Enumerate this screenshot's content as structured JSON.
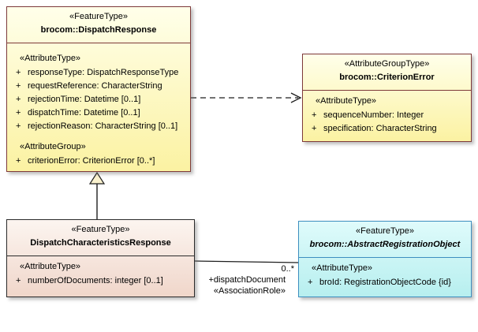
{
  "colors": {
    "feature_type_fill": "#FBF2A2",
    "response_type_fill": "#F0D6CA",
    "abstract_fill": "#B7EFEF",
    "yellow_border": "#7E3A3A",
    "cyan_border": "#3E8FC0",
    "line_color": "#1F1F1F",
    "background": "#FFFFFF"
  },
  "classes": {
    "dispatch_response": {
      "stereotype": "«FeatureType»",
      "name": "brocom::DispatchResponse",
      "sections": [
        {
          "label": "«AttributeType»",
          "attributes": [
            {
              "vis": "+",
              "text": "responseType: DispatchResponseType"
            },
            {
              "vis": "+",
              "text": "requestReference: CharacterString"
            },
            {
              "vis": "+",
              "text": "rejectionTime: Datetime [0..1]"
            },
            {
              "vis": "+",
              "text": "dispatchTime: Datetime [0..1]"
            },
            {
              "vis": "+",
              "text": "rejectionReason: CharacterString [0..1]"
            }
          ]
        },
        {
          "label": "«AttributeGroup»",
          "attributes": [
            {
              "vis": "+",
              "text": "criterionError: CriterionError [0..*]"
            }
          ]
        }
      ]
    },
    "criterion_error": {
      "stereotype": "«AttributeGroupType»",
      "name": "brocom::CriterionError",
      "sections": [
        {
          "label": "«AttributeType»",
          "attributes": [
            {
              "vis": "+",
              "text": "sequenceNumber: Integer"
            },
            {
              "vis": "+",
              "text": "specification: CharacterString"
            }
          ]
        }
      ]
    },
    "dispatch_characteristics_response": {
      "stereotype": "«FeatureType»",
      "name": "DispatchCharacteristicsResponse",
      "sections": [
        {
          "label": "«AttributeType»",
          "attributes": [
            {
              "vis": "+",
              "text": "numberOfDocuments: integer [0..1]"
            }
          ]
        }
      ]
    },
    "abstract_registration_object": {
      "stereotype": "«FeatureType»",
      "name": "brocom::AbstractRegistrationObject",
      "sections": [
        {
          "label": "«AttributeType»",
          "attributes": [
            {
              "vis": "+",
              "text": "broId: RegistrationObjectCode {id}"
            }
          ]
        }
      ]
    }
  },
  "connectors": {
    "association": {
      "target_multiplicity": "0..*",
      "target_role": "+dispatchDocument",
      "stereotype": "«AssociationRole»"
    }
  }
}
